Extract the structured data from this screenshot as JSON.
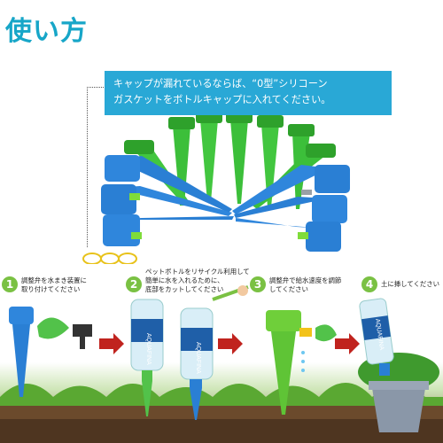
{
  "title": "使い方",
  "banner": {
    "line1": "キャップが漏れているならば、“0型”シリコーン",
    "line2": "ガスケットをボトルキャップに入れてください。"
  },
  "steps": [
    {
      "number": "1",
      "line1": "調整弁を水まき装置に",
      "line2": "取り付けてください"
    },
    {
      "number": "2",
      "line1": "ペットボトルをリサイクル利用して",
      "line2": "簡単に水を入れるために、",
      "line3": "底部をカットしてください"
    },
    {
      "number": "3",
      "line1": "調整弁で給水速度を調節",
      "line2": "してください"
    },
    {
      "number": "4",
      "line1": "土に挿してください"
    }
  ],
  "bottle_label": "AQUAFINA",
  "colors": {
    "accent": "#17a6c8",
    "banner": "#29a8d6",
    "step": "#7ac143",
    "spike_green": "#3cbf3a",
    "spike_blue": "#2a7fd4",
    "arrow": "#c0231e"
  }
}
